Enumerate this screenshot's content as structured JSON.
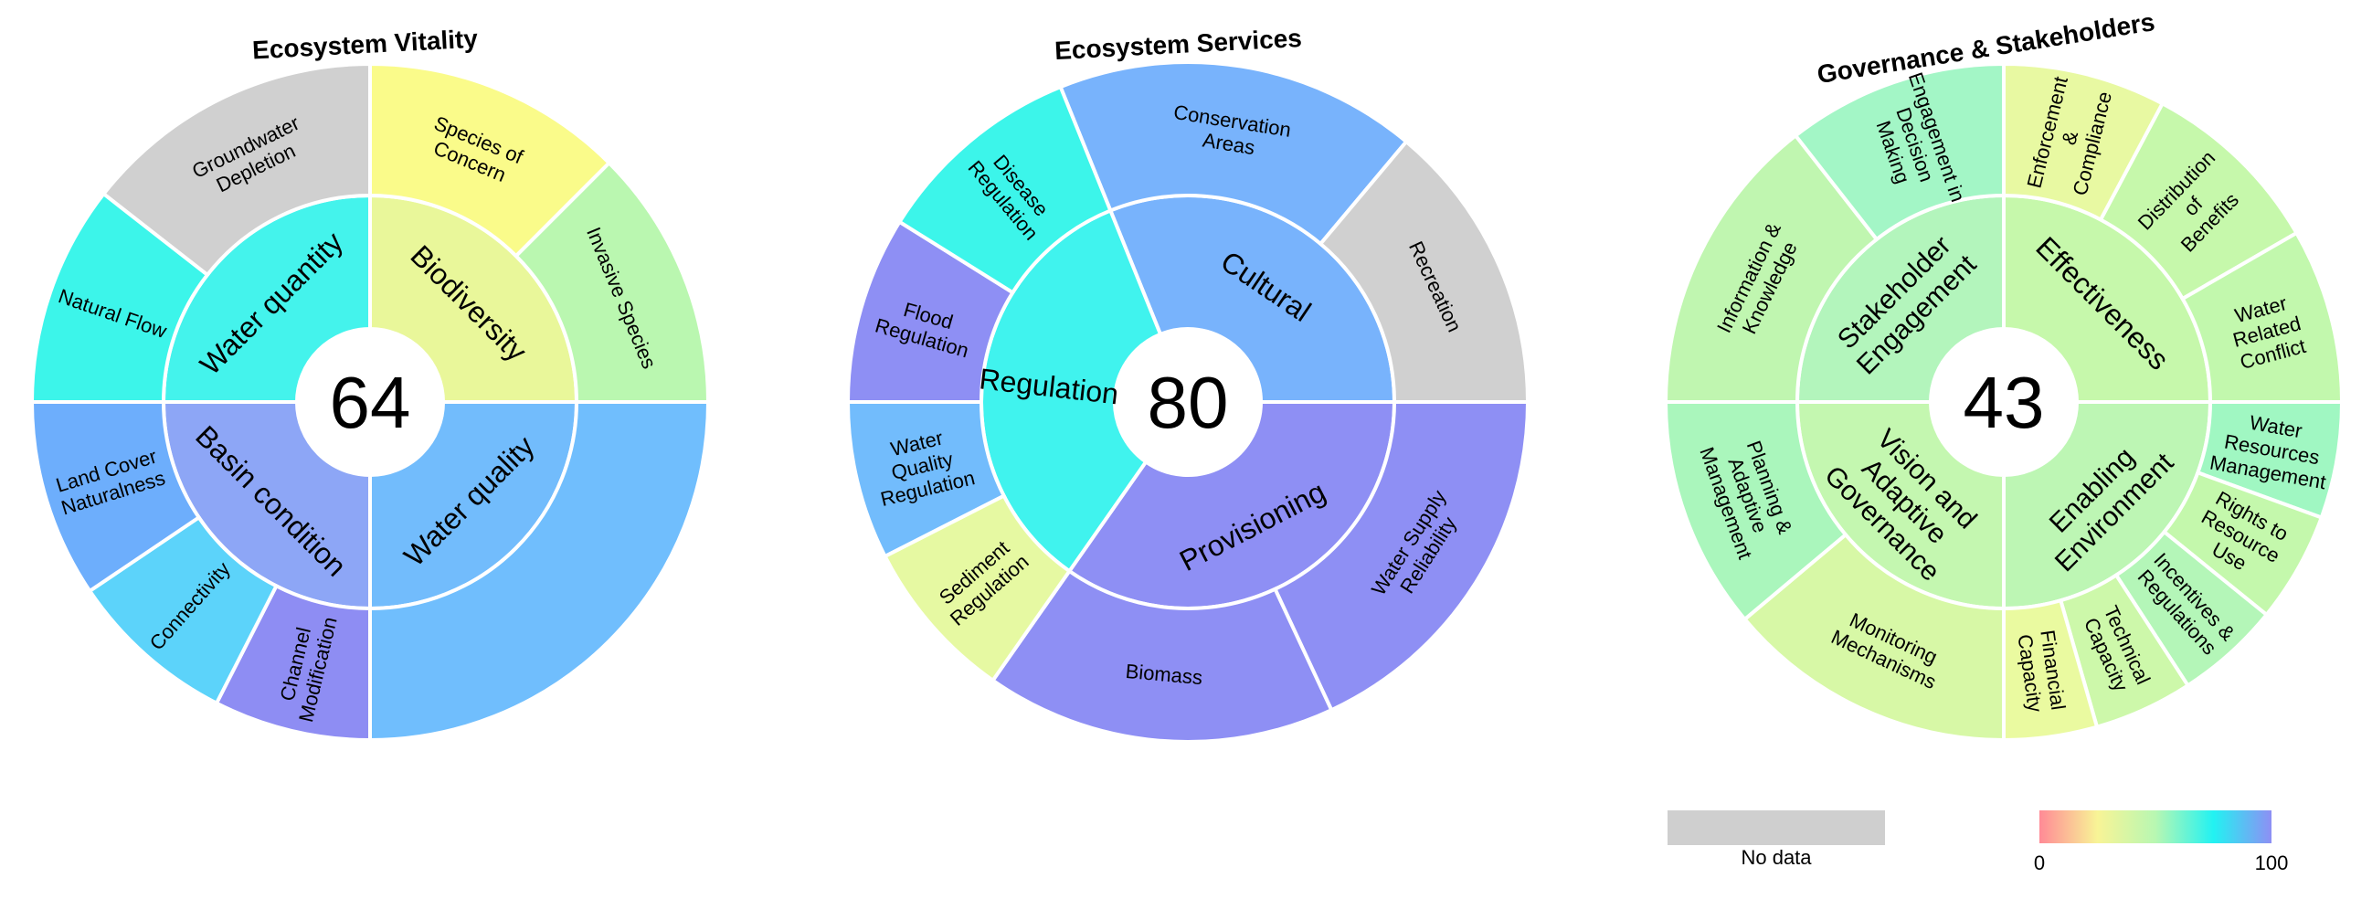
{
  "chart_data": [
    {
      "type": "sunburst",
      "title": "Ecosystem Vitality",
      "score": "64",
      "groups": [
        {
          "name": "Water quantity",
          "color": "#44f3ec",
          "children": [
            {
              "name": "Groundwater Depletion",
              "value": null,
              "color": "#d0d0d0"
            },
            {
              "name": "Natural Flow",
              "value": null,
              "color": "#3cf5ea"
            }
          ]
        },
        {
          "name": "Biodiversity",
          "color": "#e9f79a",
          "children": [
            {
              "name": "Species of Concern",
              "value": null,
              "color": "#fafb8a"
            },
            {
              "name": "Invasive Species",
              "value": null,
              "color": "#baf7b0"
            }
          ]
        },
        {
          "name": "Water quality",
          "color": "#72bcfc",
          "children": [
            {
              "name": "",
              "value": null,
              "color": "#70befd"
            }
          ]
        },
        {
          "name": "Basin condition",
          "color": "#8da6f6",
          "children": [
            {
              "name": "Channel Modification",
              "value": null,
              "color": "#8e8df3"
            },
            {
              "name": "Connectivity",
              "value": null,
              "color": "#5cd3fa"
            },
            {
              "name": "Land Cover Naturalness",
              "value": null,
              "color": "#6daefc"
            }
          ]
        }
      ]
    },
    {
      "type": "sunburst",
      "title": "Ecosystem Services",
      "score": "80",
      "groups": [
        {
          "name": "Cultural",
          "color": "#78b3fc",
          "children": [
            {
              "name": "Conservation Areas",
              "value": null,
              "color": "#78b3fc"
            },
            {
              "name": "Recreation",
              "value": null,
              "color": "#d0d0d0"
            }
          ]
        },
        {
          "name": "Provisioning",
          "color": "#8e8ff4",
          "children": [
            {
              "name": "Water Supply Reliability",
              "value": null,
              "color": "#8e8ff4"
            },
            {
              "name": "Biomass",
              "value": null,
              "color": "#8e8ff4"
            }
          ]
        },
        {
          "name": "Regulation",
          "color": "#40f3ee",
          "children": [
            {
              "name": "Sediment Regulation",
              "value": null,
              "color": "#e6f9a2"
            },
            {
              "name": "Water Quality Regulation",
              "value": null,
              "color": "#72bcfc"
            },
            {
              "name": "Flood Regulation",
              "value": null,
              "color": "#8e8ff4"
            },
            {
              "name": "Disease Regulation",
              "value": null,
              "color": "#3cf5ea"
            }
          ]
        }
      ]
    },
    {
      "type": "sunburst",
      "title": "Governance & Stakeholders",
      "score": "43",
      "groups": [
        {
          "name": "Effectiveness",
          "color": "#c6f8ab",
          "children": [
            {
              "name": "Enforcement & Compliance",
              "value": null,
              "color": "#e8f9a2"
            },
            {
              "name": "Distribution of Benefits",
              "value": null,
              "color": "#c6f8ab"
            },
            {
              "name": "Water Related Conflict",
              "value": null,
              "color": "#c2f8ad"
            }
          ]
        },
        {
          "name": "Enabling Environment",
          "color": "#bdf6b4",
          "children": [
            {
              "name": "Water Resources Management",
              "value": null,
              "color": "#a0f7c2"
            },
            {
              "name": "Rights to Resource Use",
              "value": null,
              "color": "#c4f8ac"
            },
            {
              "name": "Incentives & Regulations",
              "value": null,
              "color": "#b4f6b8"
            },
            {
              "name": "Technical Capacity",
              "value": null,
              "color": "#cdf8aa"
            },
            {
              "name": "Financial Capacity",
              "value": null,
              "color": "#eafaa0"
            }
          ]
        },
        {
          "name": "Vision and Adaptive Governance",
          "color": "#c4f7b0",
          "children": [
            {
              "name": "Monitoring Mechanisms",
              "value": null,
              "color": "#d7f8a6"
            },
            {
              "name": "Planning & Adaptive Management",
              "value": null,
              "color": "#aaf6bc"
            }
          ]
        },
        {
          "name": "Stakeholder Engagement",
          "color": "#b3f5bc",
          "children": [
            {
              "name": "Information & Knowledge",
              "value": null,
              "color": "#c0f6b0"
            },
            {
              "name": "Engagement in Decision Making",
              "value": null,
              "color": "#a3f6c6"
            }
          ]
        }
      ]
    }
  ],
  "legend": {
    "no_data_label": "No data",
    "no_data_color": "#cfcfcf",
    "scale_min": "0",
    "scale_max": "100",
    "gradient_stops": [
      "#ff8a96",
      "#f8f496",
      "#b8f7b2",
      "#22f2f2",
      "#8e8ff4"
    ]
  }
}
